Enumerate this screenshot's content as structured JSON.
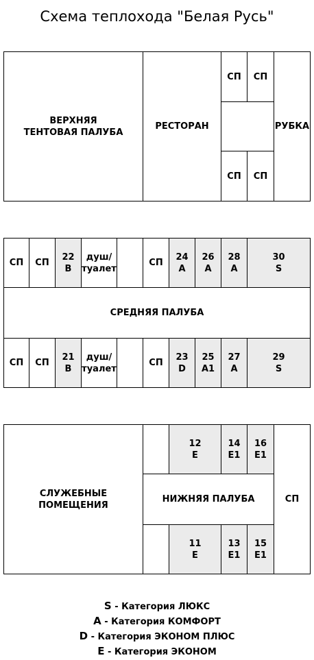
{
  "title": "Схема теплохода \"Белая Русь\"",
  "upper_deck": {
    "tent_deck": "ВЕРХНЯЯ\nТЕНТОВАЯ ПАЛУБА",
    "restaurant": "РЕСТОРАН",
    "sp": "СП",
    "wheelhouse": "РУБКА"
  },
  "middle_deck": {
    "label": "СРЕДНЯЯ ПАЛУБА",
    "sp": "СП",
    "shower": "душ/\nтуалет",
    "top_cabins": [
      {
        "num": "22",
        "cat": "B"
      },
      {
        "num": "24",
        "cat": "A"
      },
      {
        "num": "26",
        "cat": "A"
      },
      {
        "num": "28",
        "cat": "A"
      },
      {
        "num": "30",
        "cat": "S"
      }
    ],
    "bottom_cabins": [
      {
        "num": "21",
        "cat": "B"
      },
      {
        "num": "23",
        "cat": "D"
      },
      {
        "num": "25",
        "cat": "A1"
      },
      {
        "num": "27",
        "cat": "A"
      },
      {
        "num": "29",
        "cat": "S"
      }
    ]
  },
  "lower_deck": {
    "service": "СЛУЖЕБНЫЕ\nПОМЕЩЕНИЯ",
    "label": "НИЖНЯЯ ПАЛУБА",
    "sp": "СП",
    "top_cabins": [
      {
        "num": "12",
        "cat": "E"
      },
      {
        "num": "14",
        "cat": "E1"
      },
      {
        "num": "16",
        "cat": "E1"
      }
    ],
    "bottom_cabins": [
      {
        "num": "11",
        "cat": "E"
      },
      {
        "num": "13",
        "cat": "E1"
      },
      {
        "num": "15",
        "cat": "E1"
      }
    ]
  },
  "legend": [
    {
      "key": "S",
      "text": " - Категория ЛЮКС"
    },
    {
      "key": "A",
      "text": " - Категория КОМФОРТ"
    },
    {
      "key": "D",
      "text": " - Категория ЭКОНОМ ПЛЮС"
    },
    {
      "key": "E",
      "text": " - Категория ЭКОНОМ"
    }
  ],
  "colors": {
    "cabin_fill": "#ebebeb",
    "line": "#000000"
  }
}
